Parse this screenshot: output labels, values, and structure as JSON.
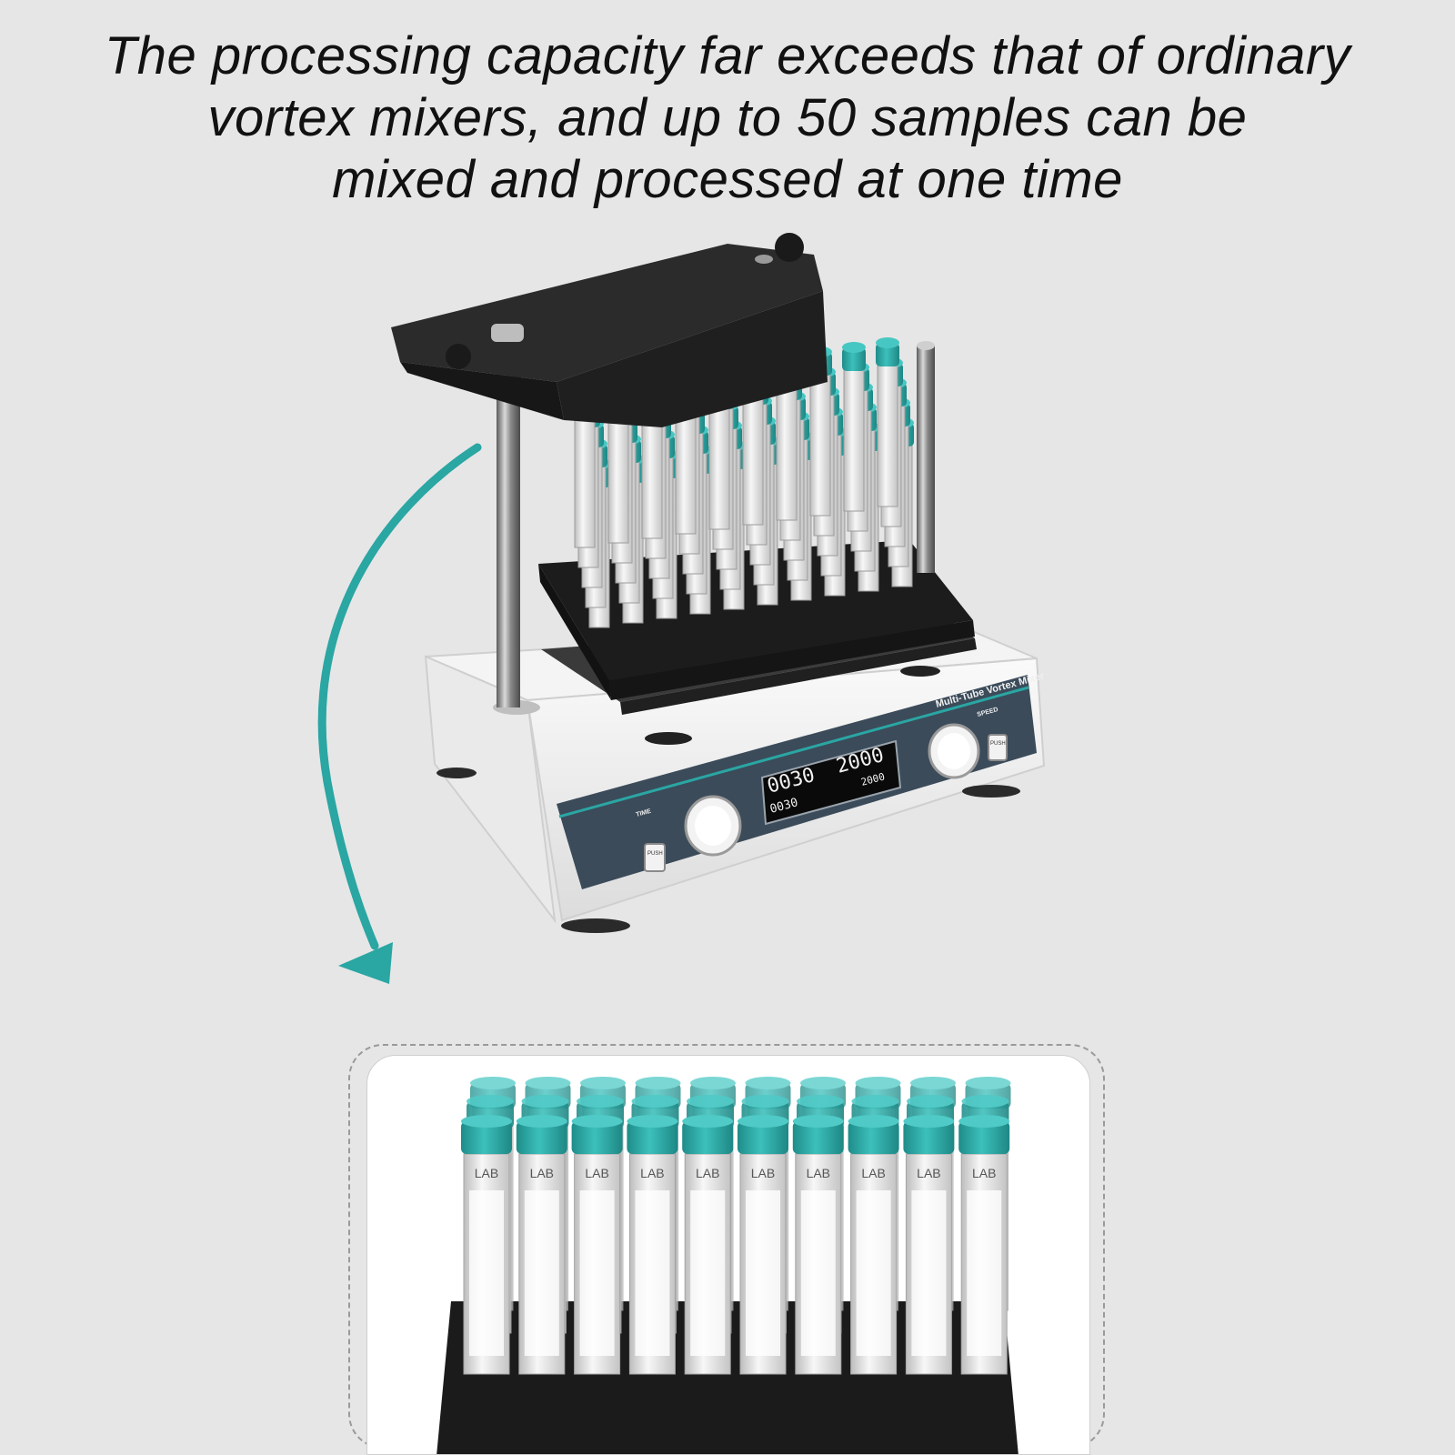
{
  "headline": {
    "lines": [
      "The processing capacity far exceeds that of ordinary",
      "vortex mixers, and up to 50 samples can be",
      "mixed and processed at one time"
    ]
  },
  "device": {
    "model_label": "Multi-Tube Vortex Mixer",
    "speed_label": "SPEED",
    "time_label": "TIME",
    "push_label": "PUSH",
    "time_display_main": "0030",
    "time_display_sub": "0030",
    "speed_display_main": "2000",
    "speed_display_sub": "2000"
  },
  "tube_label": "LAB",
  "colors": {
    "accent_teal": "#2aa6a3",
    "tube_cap": "#34a9a6",
    "panel_navy": "#3b4b5a",
    "foam_black": "#1c1c1c",
    "background": "#e6e6e6"
  }
}
